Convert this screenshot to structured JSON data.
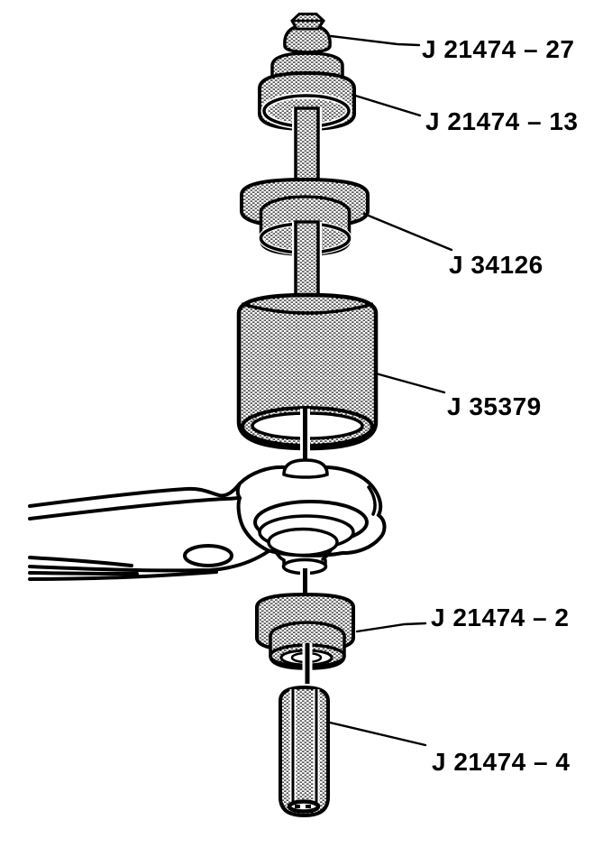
{
  "figure": {
    "background_color": "#ffffff",
    "line_color": "#000000",
    "callouts": [
      {
        "id": "j21474-27",
        "label": "J 21474 – 27",
        "part": "hex-nut"
      },
      {
        "id": "j21474-13",
        "label": "J 21474 – 13",
        "part": "stepped-driver"
      },
      {
        "id": "j34126",
        "label": "J 34126",
        "part": "spacer-washer"
      },
      {
        "id": "j35379",
        "label": "J 35379",
        "part": "large-receiver-cup"
      },
      {
        "id": "j21474-2",
        "label": "J 21474 – 2",
        "part": "lower-receiver-cup"
      },
      {
        "id": "j21474-4",
        "label": "J 21474 – 4",
        "part": "press-screw"
      }
    ]
  }
}
